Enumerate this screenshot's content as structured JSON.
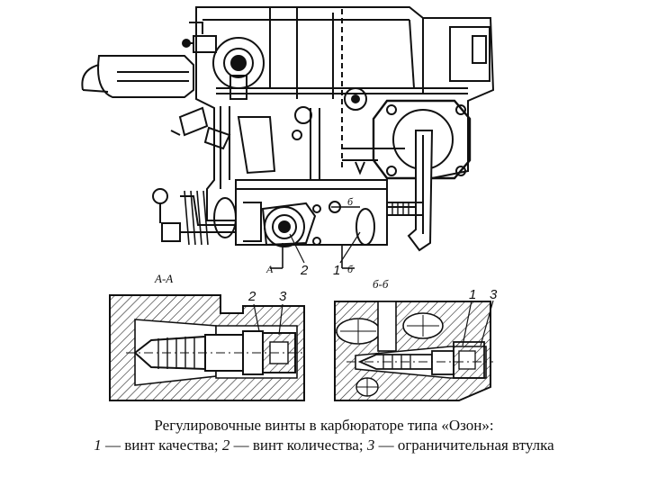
{
  "figure": {
    "section_a_label": "А-А",
    "section_b_label": "б-б",
    "top_callouts": {
      "n2": "2",
      "n1": "1",
      "a_left": "А",
      "b_right": "б",
      "b_top": "б"
    },
    "section_a_callouts": {
      "n2": "2",
      "n3": "3"
    },
    "section_b_callouts": {
      "n1": "1",
      "n3": "3"
    }
  },
  "caption": {
    "title": "Регулировочные винты в карбюраторе типа «Озон»:",
    "legend": [
      {
        "num": "1",
        "text": " — винт качества; "
      },
      {
        "num": "2",
        "text": " — винт количества; "
      },
      {
        "num": "3",
        "text": " — ограничительная втулка"
      }
    ]
  }
}
